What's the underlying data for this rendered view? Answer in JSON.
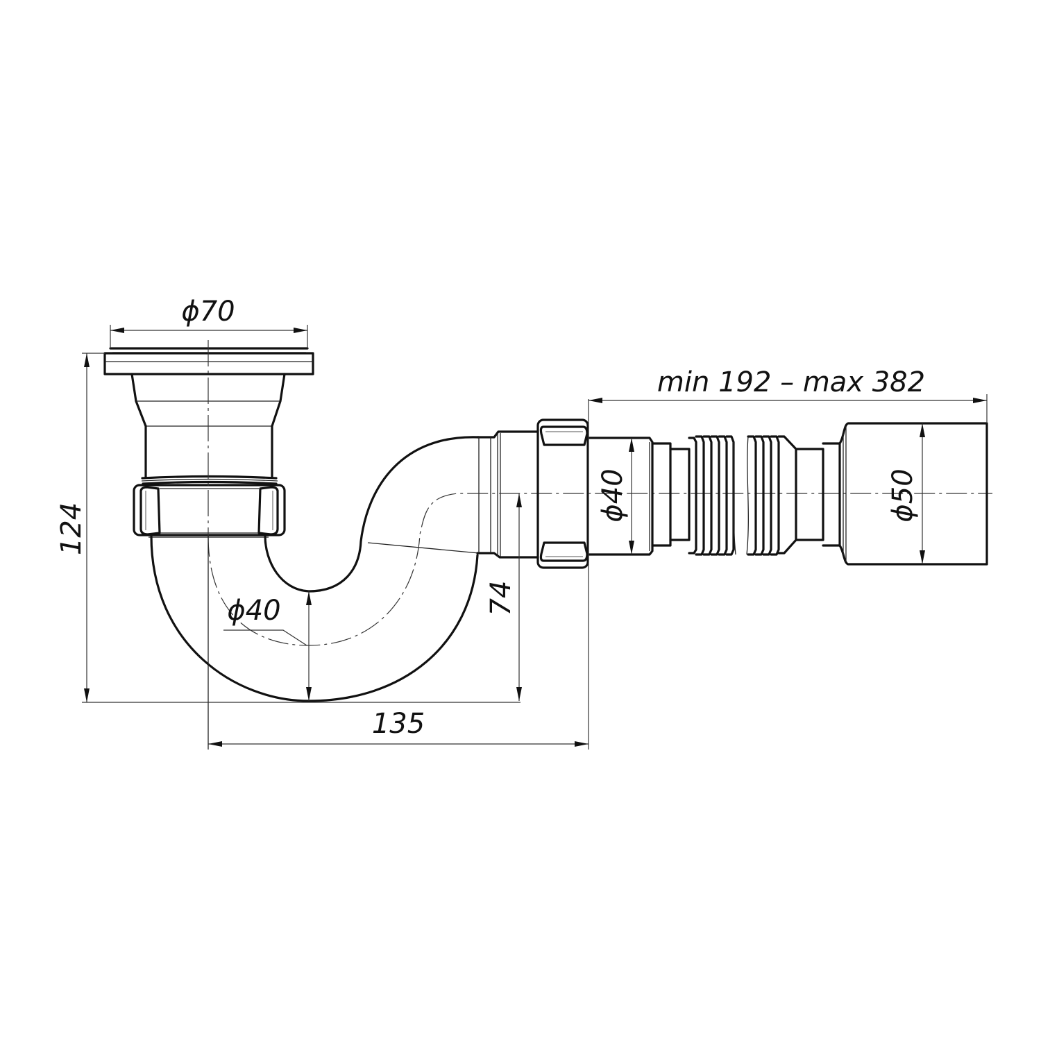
{
  "drawing": {
    "subject": "S-shaped bottle trap siphon with flexible corrugated outlet",
    "units": "mm",
    "dimensions": {
      "flange_diameter": "ϕ70",
      "total_height": "124",
      "trap_diameter": "ϕ40",
      "water_seal_height": "74",
      "horizontal_offset": "135",
      "outlet_diameter": "ϕ40",
      "flex_length": "min 192 – max 382",
      "end_diameter": "ϕ50"
    }
  }
}
